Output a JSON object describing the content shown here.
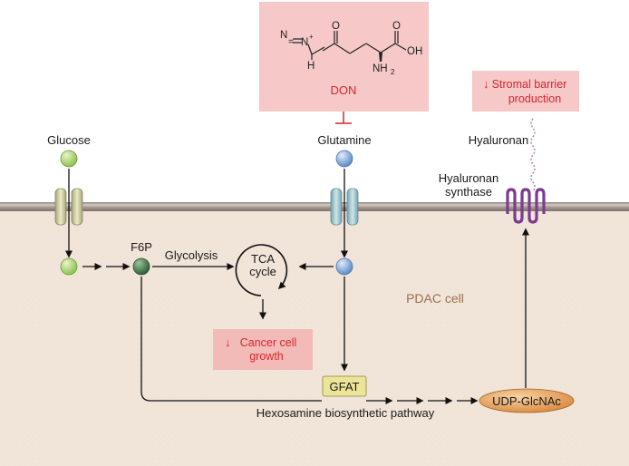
{
  "drug": {
    "name": "DON",
    "atoms": {
      "n1": "N",
      "equals": "=",
      "n2": "N",
      "plus": "+",
      "h": "H",
      "o1": "O",
      "o2": "O",
      "oh": "OH",
      "nh": "NH",
      "nh_sub": "2"
    }
  },
  "stromal_note": {
    "arrow": "↓",
    "line1": "Stromal barrier",
    "line2": "production"
  },
  "labels": {
    "glucose": "Glucose",
    "glutamine": "Glutamine",
    "hyaluronan": "Hyaluronan",
    "hyaluronan_synthase_line1": "Hyaluronan",
    "hyaluronan_synthase_line2": "synthase",
    "f6p": "F6P",
    "glycolysis": "Glycolysis",
    "tca_line1": "TCA",
    "tca_line2": "cycle",
    "pdac_cell": "PDAC cell",
    "gfat": "GFAT",
    "udp_glcnac": "UDP-GlcNAc",
    "hexosamine": "Hexosamine biosynthetic pathway"
  },
  "cancer_note": {
    "arrow": "↓",
    "line1": "Cancer cell",
    "line2": "growth"
  },
  "colors": {
    "cell_interior": "#f1e5da",
    "membrane": "#b9ada4",
    "pink_box": "#f6c8c8",
    "accent_red": "#d9262c",
    "glucose_sphere": "#b6d978",
    "f6p_sphere": "#4a7a4f",
    "glutamine_sphere": "#7fa8d8",
    "glucose_transporter": "#d6d5a8",
    "glutamine_transporter": "#a9ccd4",
    "gfat_box": "#ece598",
    "udp_ellipse": "#e8a25a",
    "synthase": "#7c3a90"
  }
}
